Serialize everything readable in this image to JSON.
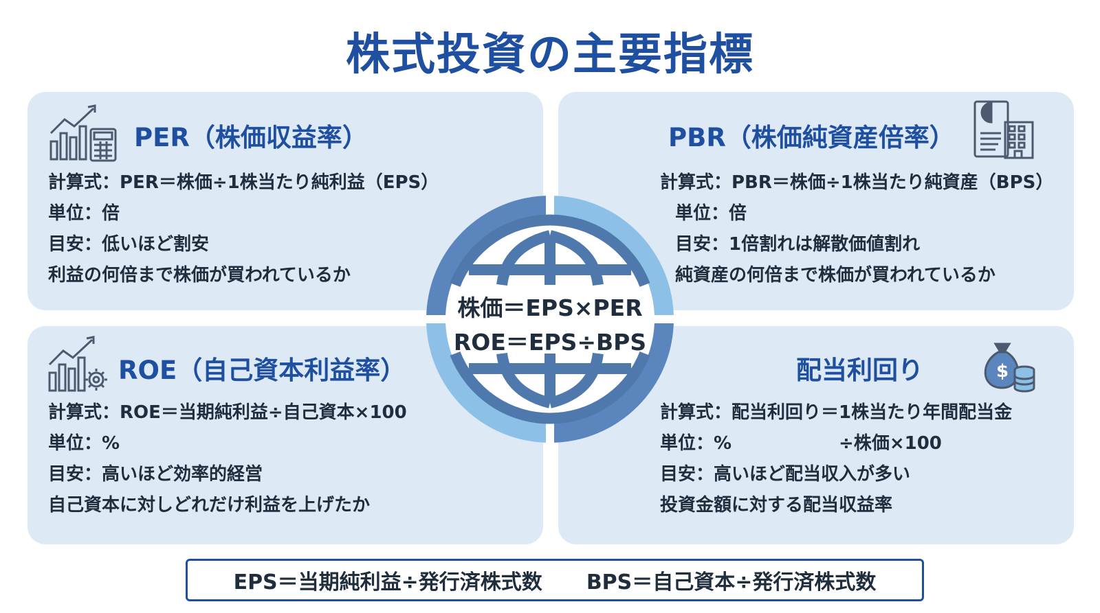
{
  "title": "株式投資の主要指標",
  "per": {
    "heading": "PER（株価収益率）",
    "lines": [
      "計算式：PER＝株価÷1株当たり純利益（EPS）",
      "単位：倍",
      "目安：低いほど割安",
      "利益の何倍まで株価が買われているか"
    ],
    "icon": "growth-chart-calculator-icon"
  },
  "pbr": {
    "heading": "PBR（株価純資産倍率）",
    "lines": [
      "計算式：PBR＝株価÷1株当たり純資産（BPS）",
      "単位：倍",
      "目安：1倍割れは解散価値割れ",
      "純資産の何倍まで株価が買われているか"
    ],
    "icon": "report-building-icon"
  },
  "roe": {
    "heading": "ROE（自己資本利益率）",
    "lines": [
      "計算式：ROE＝当期純利益÷自己資本×100",
      "単位：%",
      "目安：高いほど効率的経営",
      "自己資本に対しどれだけ利益を上げたか"
    ],
    "icon": "growth-chart-gear-icon"
  },
  "dividend": {
    "heading": "配当利回り",
    "lines": [
      "計算式：配当利回り＝1株当たり年間配当金",
      "単位：%　　　　　　÷株価×100",
      "目安：高いほど配当収入が多い",
      "投資金額に対する配当収益率"
    ],
    "icon": "money-bag-coins-icon"
  },
  "center": {
    "line1": "株価＝EPS×PER",
    "line2": "ROE＝EPS÷BPS",
    "icon": "globe-icon"
  },
  "footer": {
    "eps": "EPS＝当期純利益÷発行済株式数",
    "bps": "BPS＝自己資本÷発行済株式数"
  },
  "colors": {
    "accent": "#1e4fa0",
    "card_bg": "#dde9f5",
    "ring_dark": "#5b86bd",
    "ring_light": "#8cc0e6"
  }
}
